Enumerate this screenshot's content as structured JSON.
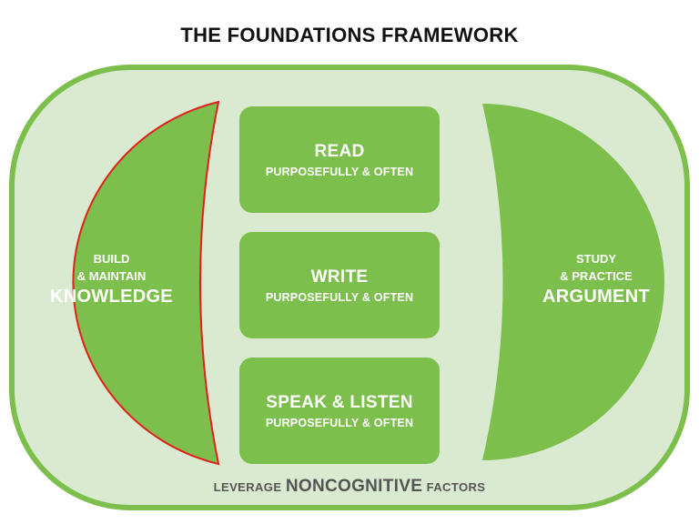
{
  "title": "THE FOUNDATIONS FRAMEWORK",
  "left": {
    "line1": "BUILD",
    "line2": "& MAINTAIN",
    "big": "KNOWLEDGE"
  },
  "right": {
    "line1": "STUDY",
    "line2": "& PRACTICE",
    "big": "ARGUMENT"
  },
  "boxes": [
    {
      "main": "READ",
      "sub": "PURPOSEFULLY & OFTEN"
    },
    {
      "main": "WRITE",
      "sub": "PURPOSEFULLY & OFTEN"
    },
    {
      "main": "SPEAK & LISTEN",
      "sub": "PURPOSEFULLY & OFTEN"
    }
  ],
  "footer": {
    "pre": "LEVERAGE",
    "big": "NONCOGNITIVE",
    "post": "FACTORS"
  },
  "colors": {
    "green": "#7dbf4d",
    "light_green": "#d9ead0",
    "outline_red": "#e0201c",
    "footer_text": "#555555"
  }
}
